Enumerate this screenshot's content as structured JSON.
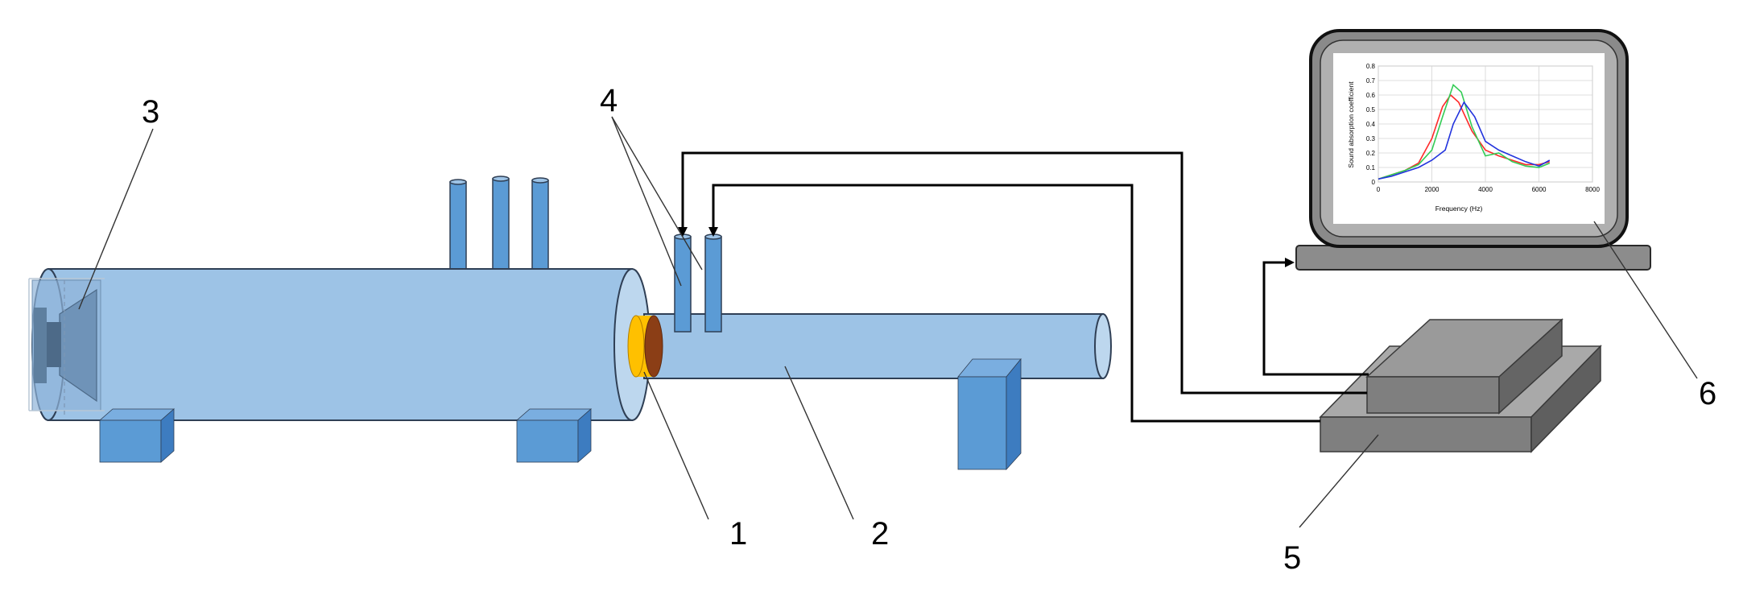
{
  "labels": {
    "sample": "1",
    "sample_tube": "2",
    "loudspeaker": "3",
    "microphones": "4",
    "analyzer": "5",
    "computer": "6"
  },
  "colors": {
    "tube_fill": "#9dc3e6",
    "tube_stroke": "#2f3f55",
    "support_front": "#5b9bd5",
    "sample_front": "#ffc000",
    "sample_back": "#8b3e16",
    "box_dark": "#7f7f7f",
    "box_mid": "#959595",
    "box_light": "#a9a9a9"
  },
  "monitor_chart": {
    "chart_data": {
      "type": "line",
      "xlabel": "Frequency (Hz)",
      "ylabel": "Sound absorption coefficient",
      "x_ticks": [
        "0",
        "2000",
        "4000",
        "6000",
        "8000"
      ],
      "y_ticks": [
        "0",
        "0.1",
        "0.2",
        "0.3",
        "0.4",
        "0.5",
        "0.6",
        "0.7",
        "0.8"
      ],
      "xlim": [
        0,
        8000
      ],
      "ylim": [
        0,
        0.8
      ],
      "grid": true,
      "series": [
        {
          "color": "#ff2a2a",
          "x": [
            0,
            500,
            1000,
            1500,
            2000,
            2400,
            2700,
            3000,
            3500,
            4000,
            4500,
            5000,
            5500,
            6000,
            6400
          ],
          "y": [
            0.02,
            0.05,
            0.08,
            0.13,
            0.3,
            0.52,
            0.6,
            0.55,
            0.35,
            0.22,
            0.18,
            0.15,
            0.12,
            0.12,
            0.14
          ]
        },
        {
          "color": "#33cc55",
          "x": [
            0,
            500,
            1000,
            1500,
            2000,
            2400,
            2800,
            3100,
            3500,
            4000,
            4500,
            5000,
            5500,
            6000,
            6400
          ],
          "y": [
            0.02,
            0.05,
            0.08,
            0.12,
            0.22,
            0.45,
            0.67,
            0.62,
            0.38,
            0.18,
            0.2,
            0.14,
            0.11,
            0.1,
            0.13
          ]
        },
        {
          "color": "#2233dd",
          "x": [
            0,
            500,
            1000,
            1500,
            2000,
            2500,
            2800,
            3200,
            3600,
            4000,
            4500,
            5000,
            5500,
            6000,
            6400
          ],
          "y": [
            0.02,
            0.04,
            0.07,
            0.1,
            0.15,
            0.22,
            0.4,
            0.55,
            0.45,
            0.28,
            0.22,
            0.18,
            0.14,
            0.11,
            0.15
          ]
        }
      ]
    }
  }
}
